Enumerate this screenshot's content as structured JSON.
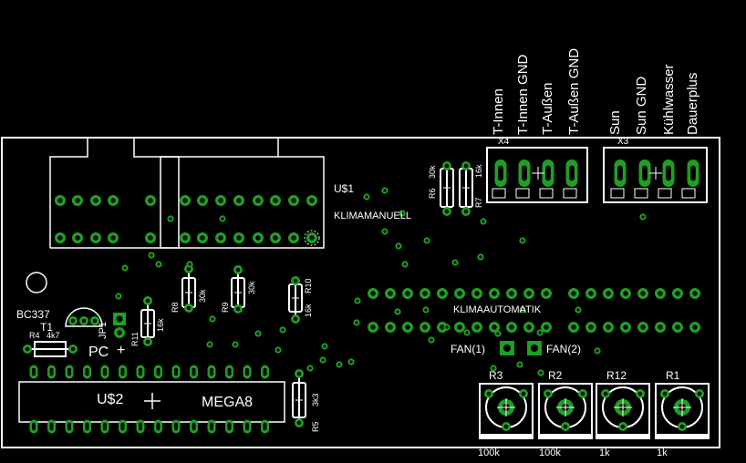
{
  "colors": {
    "background": "#000000",
    "silkscreen": "#ffffff",
    "pad": "#1f9f22",
    "pad_hole": "#000000"
  },
  "connectors": {
    "x4": {
      "name": "X4",
      "pins": [
        "T-Innen",
        "T-Innen GND",
        "T-Außen",
        "T-Außen GND"
      ]
    },
    "x3": {
      "name": "X3",
      "pins": [
        "Sun",
        "Sun GND",
        "Kühlwasser",
        "Dauerplus"
      ]
    }
  },
  "modules": {
    "manual": {
      "name": "U$1",
      "label": "KLIMAMANUELL"
    },
    "auto": {
      "label": "KLIMAAUTOMATIK"
    },
    "mcu": {
      "name": "U$2",
      "value": "MEGA8"
    }
  },
  "fans": {
    "fan1": "FAN(1)",
    "fan2": "FAN(2)"
  },
  "transistor": {
    "type": "BC337",
    "name": "T1"
  },
  "jumper": {
    "name": "JP1",
    "pc": "PC",
    "plus": "+"
  },
  "resistors": [
    {
      "name": "R4",
      "value": "4k7"
    },
    {
      "name": "R5",
      "value": "3k3"
    },
    {
      "name": "R6",
      "value": "30k"
    },
    {
      "name": "R7",
      "value": "16k"
    },
    {
      "name": "R8",
      "value": "30k"
    },
    {
      "name": "R9",
      "value": "30k"
    },
    {
      "name": "R10",
      "value": "16k"
    },
    {
      "name": "R11",
      "value": "16k"
    }
  ],
  "trimmers": [
    {
      "name": "R3",
      "value": "100k"
    },
    {
      "name": "R2",
      "value": "100k"
    },
    {
      "name": "R12",
      "value": "1k"
    },
    {
      "name": "R1",
      "value": "1k"
    }
  ]
}
